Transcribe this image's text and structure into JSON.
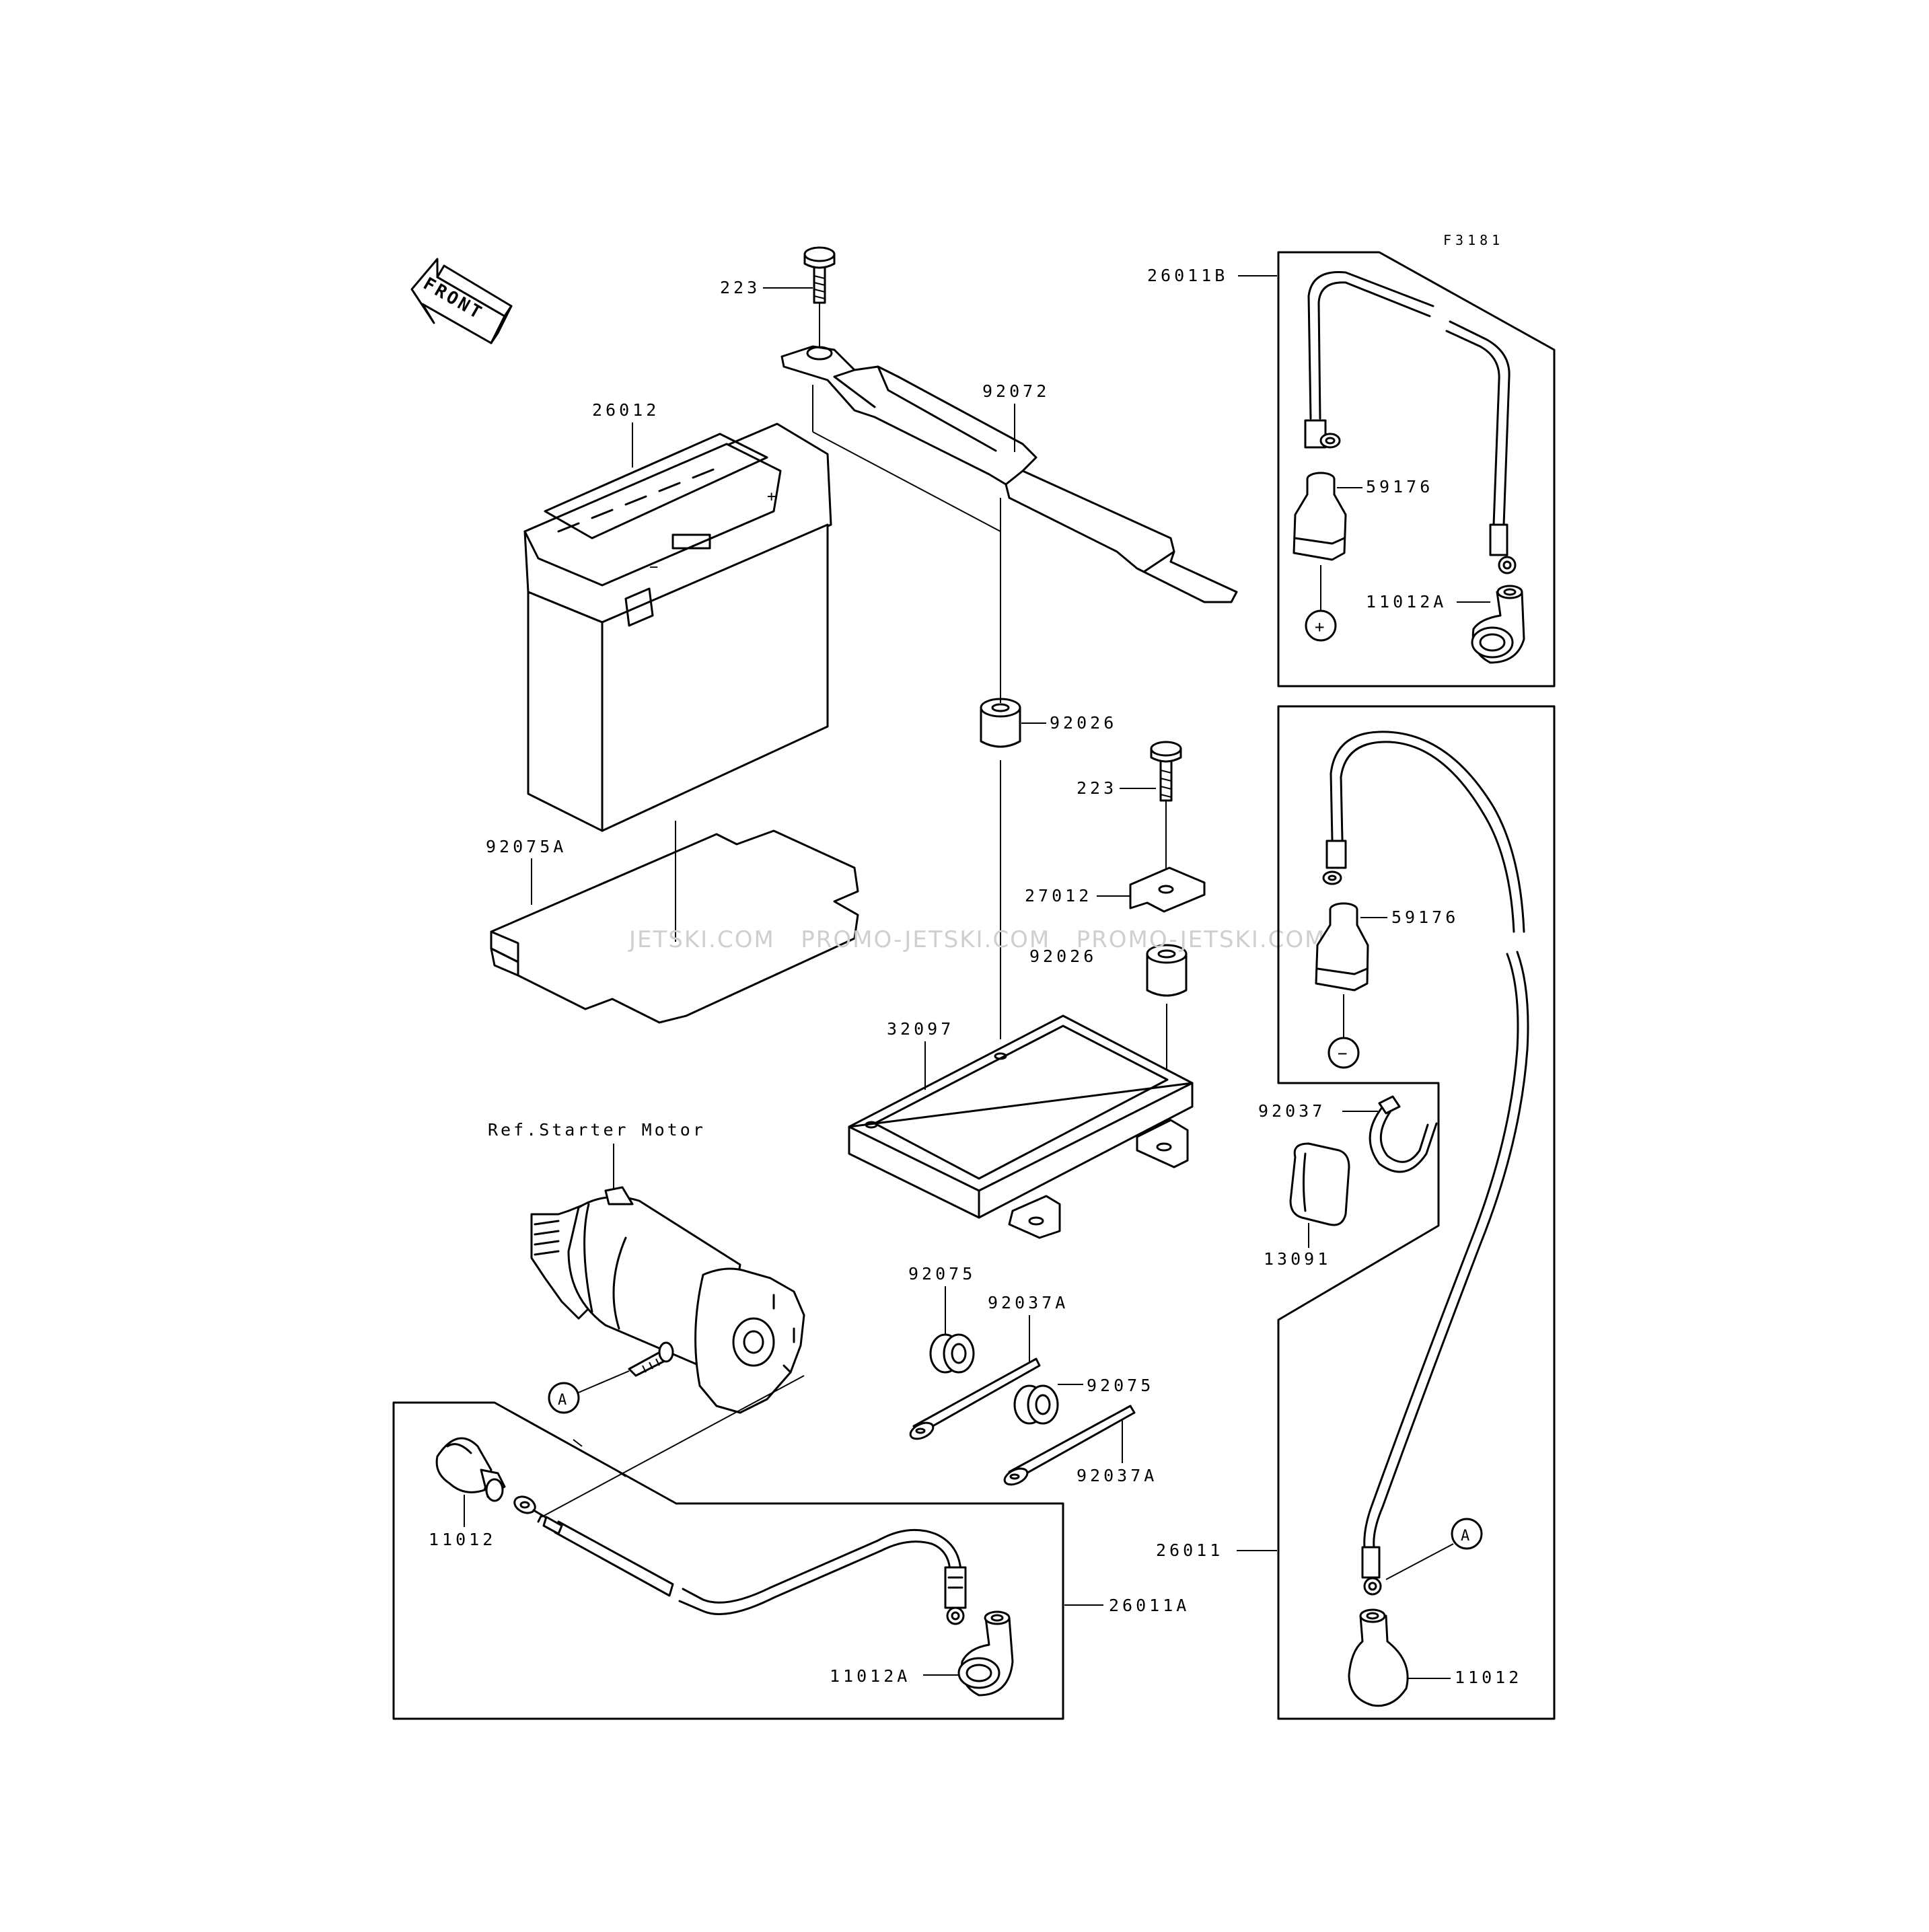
{
  "figure_code": "F3181",
  "front_label": "FRONT",
  "ref_label": "Ref.Starter Motor",
  "watermark": "JETSKI.COM   PROMO-JETSKI.COM   PROMO-JETSKI.COM",
  "callouts": {
    "bolt_top": "223",
    "strap": "92072",
    "battery": "26012",
    "pad": "92075A",
    "collar_top": "92026",
    "bolt_mid": "223",
    "bracket": "27012",
    "collar_mid": "92026",
    "tray": "32097",
    "starter_ref": "Ref.Starter Motor",
    "cap_left": "11012",
    "cable_a": "26011A",
    "terminal_a": "11012A",
    "grommet_1": "92075",
    "pin_1": "92037A",
    "grommet_2": "92075",
    "pin_2": "92037A",
    "cable_b": "26011B",
    "cover_plus": "59176",
    "terminal_b": "11012A",
    "cover_minus": "59176",
    "clamp": "92037",
    "cap_small": "13091",
    "cable_main": "26011",
    "cap_right": "11012"
  },
  "symbols": {
    "plus": "+",
    "minus": "−",
    "marker_a_left": "A",
    "marker_a_right": "A"
  }
}
